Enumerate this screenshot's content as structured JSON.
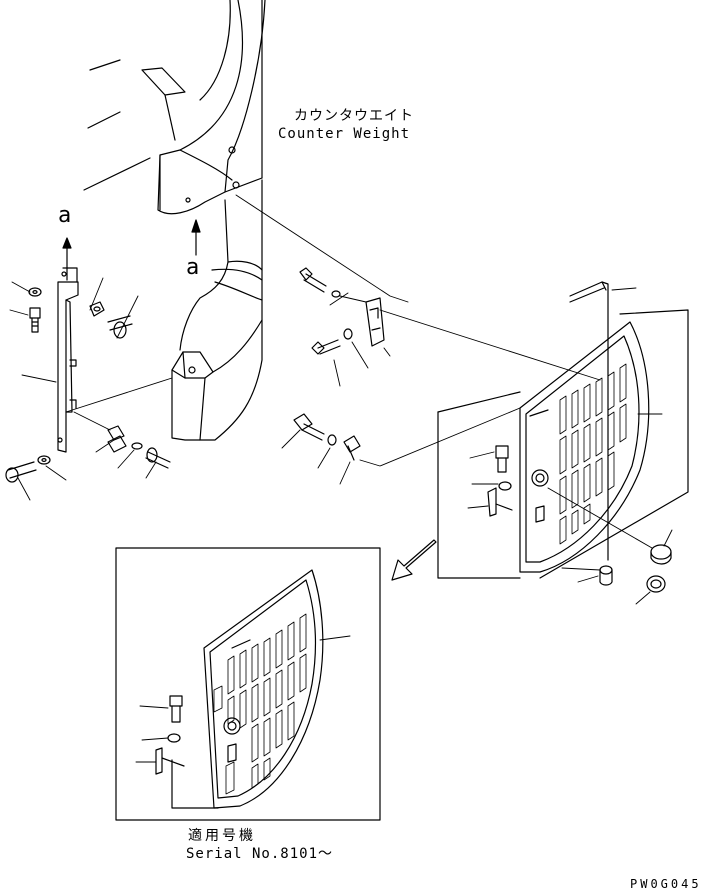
{
  "labels": {
    "counterweight_jp": "カウンタウエイト",
    "counterweight_en": "Counter Weight",
    "arrow_a_left": "a",
    "arrow_a_center": "a",
    "serial_jp": "適用号機",
    "serial_en": "Serial No.8101～",
    "drawing_code": "PW0G045"
  }
}
